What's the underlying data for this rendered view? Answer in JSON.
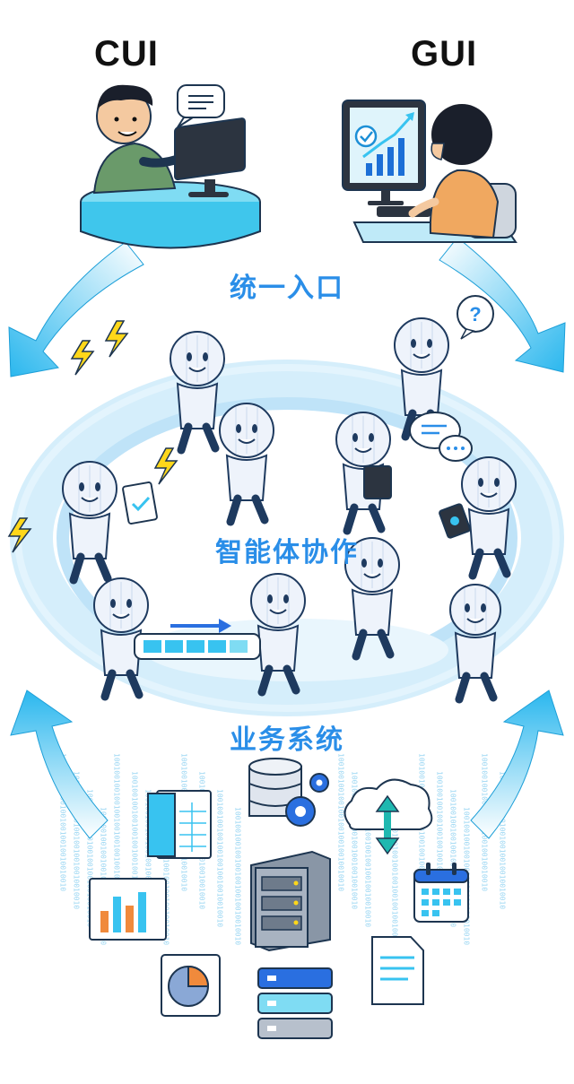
{
  "top_left_label": "CUI",
  "top_right_label": "GUI",
  "stages": {
    "entry": "统一入口",
    "agents": "智能体协作",
    "systems": "业务系统"
  },
  "colors": {
    "arrow": "#38c3f0",
    "label": "#2a8ee8",
    "robot_fill": "#eef3fb",
    "robot_line": "#1e3a5f",
    "ring": "#bfe3f8"
  },
  "icons": [
    "chat-bubble-icon",
    "computer-icon",
    "check-icon",
    "chart-up-icon",
    "lightning-icon",
    "question-icon",
    "message-icon",
    "clipboard-icon",
    "tablet-icon",
    "spreadsheet-icon",
    "database-gear-icon",
    "cloud-sync-icon",
    "bar-chart-icon",
    "calendar-icon",
    "server-rack-icon",
    "document-icon",
    "pie-chart-icon",
    "storage-stack-icon"
  ]
}
